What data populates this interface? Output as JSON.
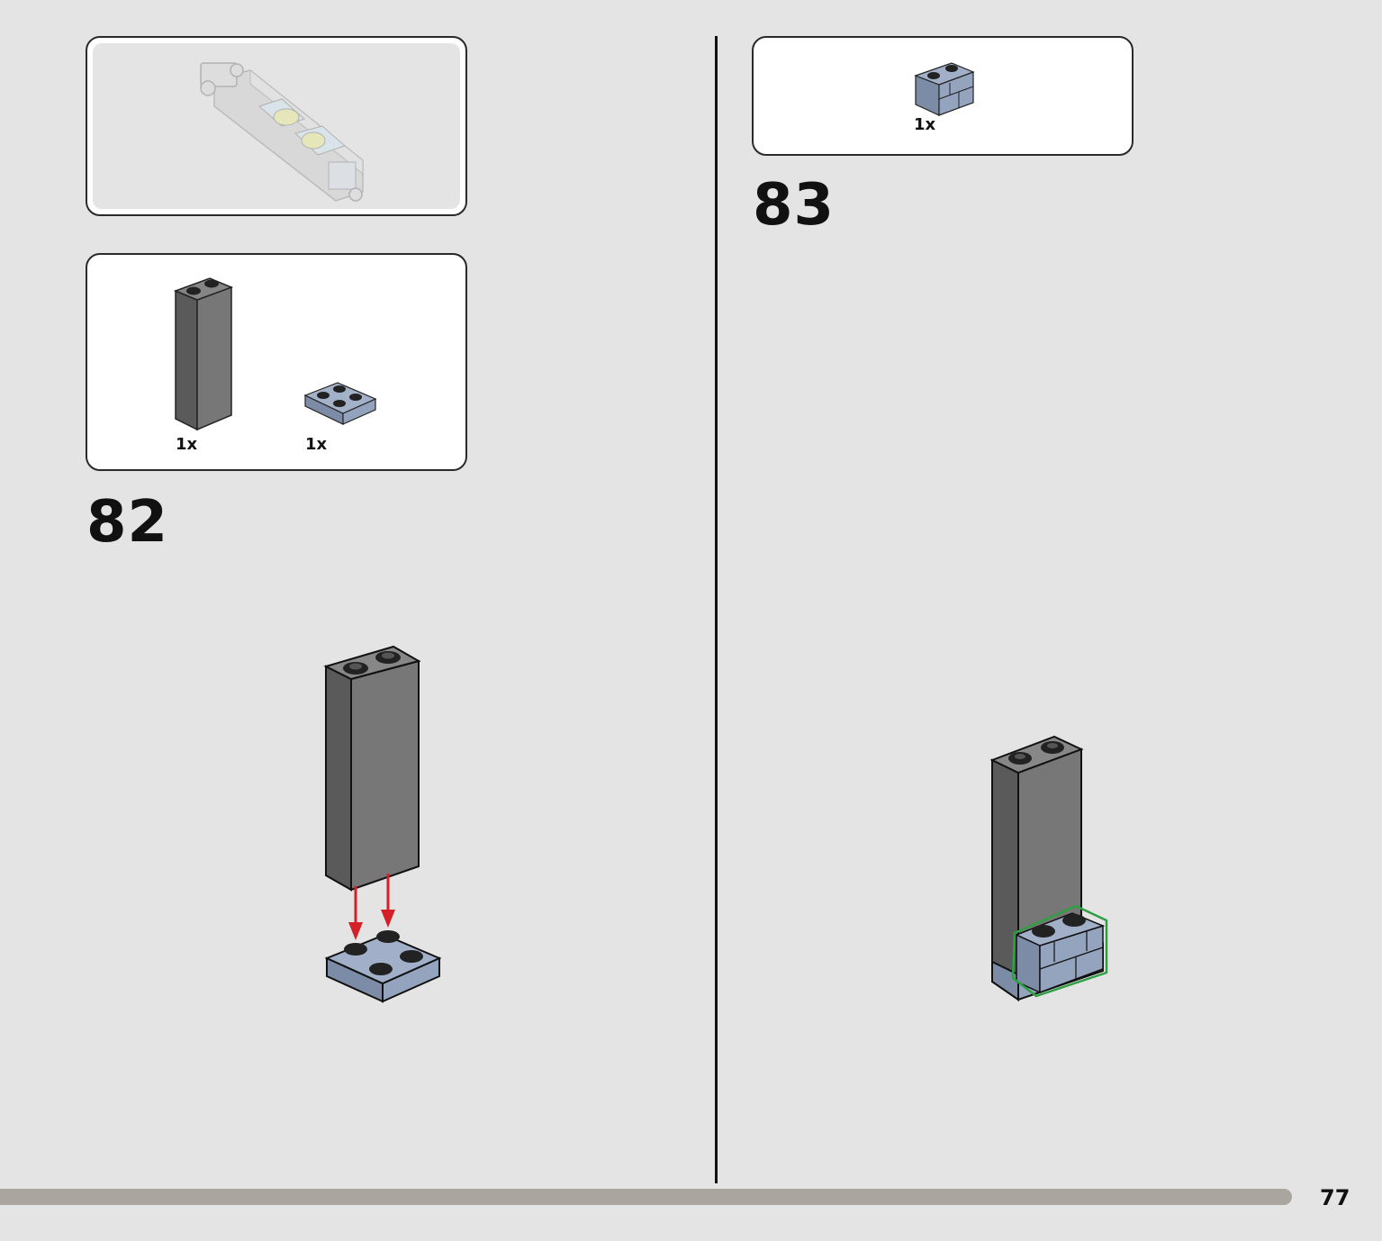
{
  "left_page": {
    "context_preview": {
      "icon": "assembled-submodel-ghost"
    },
    "step": {
      "number": "82",
      "parts": [
        {
          "name": "brick-1x2x5-dark-grey",
          "quantity": "1x",
          "color": "#6b6b6b"
        },
        {
          "name": "plate-2x2-sand-blue",
          "quantity": "1x",
          "color": "#8fa0ba"
        }
      ],
      "arrow_color": "#d42027"
    }
  },
  "right_page": {
    "step": {
      "number": "83",
      "parts": [
        {
          "name": "brick-1x2-masonry-sand-blue",
          "quantity": "1x",
          "color": "#8fa0ba"
        }
      ],
      "highlight_color": "#2ea043"
    }
  },
  "footer": {
    "page_number": "77",
    "progress_color": "#aaa59e"
  }
}
